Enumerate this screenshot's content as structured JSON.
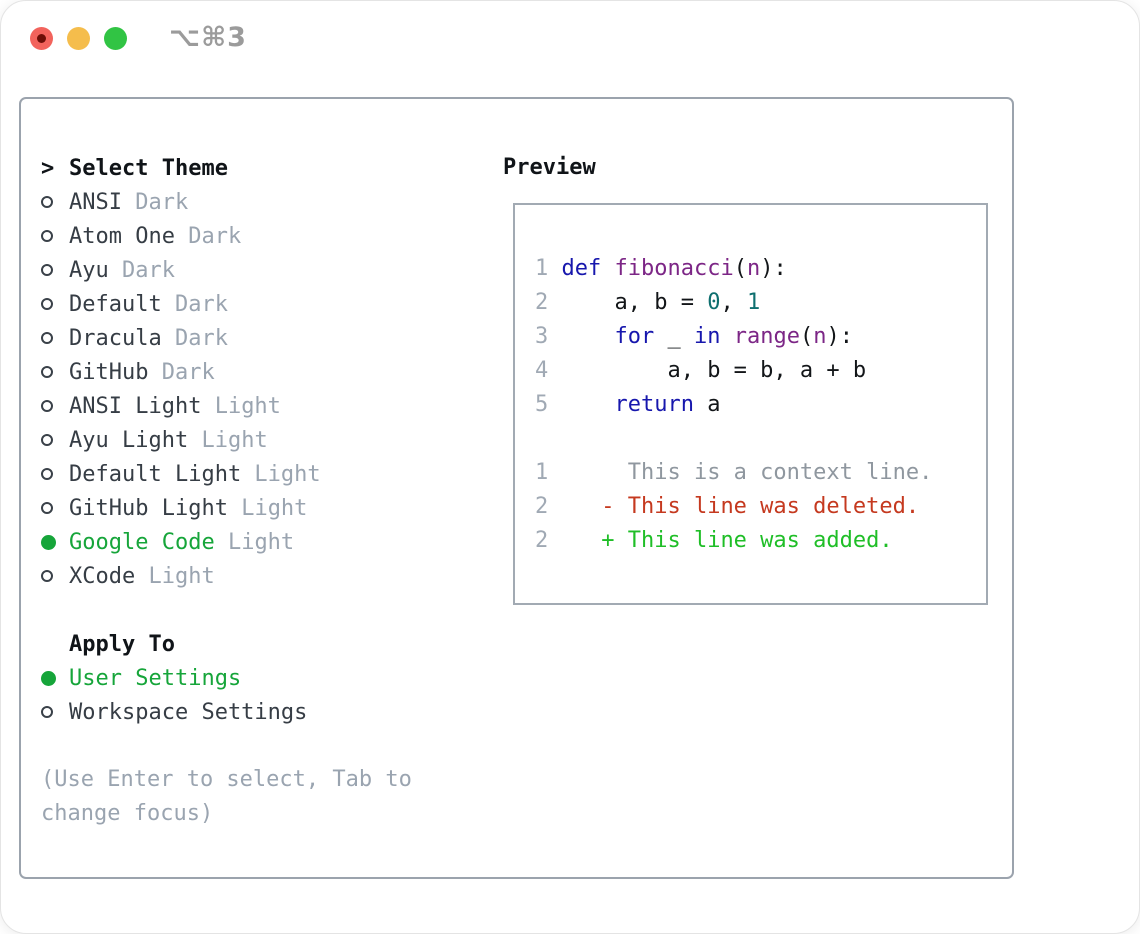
{
  "window": {
    "title": "⌥⌘3",
    "traffic_lights": {
      "close": "#f2635c",
      "minimize": "#f5bd4c",
      "zoom": "#31c444",
      "close_dot": "#6d0e07"
    }
  },
  "theme_list": {
    "prompt": ">",
    "header": "Select Theme",
    "items": [
      {
        "name": "ANSI",
        "variant": "Dark",
        "selected": false
      },
      {
        "name": "Atom One",
        "variant": "Dark",
        "selected": false
      },
      {
        "name": "Ayu",
        "variant": "Dark",
        "selected": false
      },
      {
        "name": "Default",
        "variant": "Dark",
        "selected": false
      },
      {
        "name": "Dracula",
        "variant": "Dark",
        "selected": false
      },
      {
        "name": "GitHub",
        "variant": "Dark",
        "selected": false
      },
      {
        "name": "ANSI Light",
        "variant": "Light",
        "selected": false
      },
      {
        "name": "Ayu Light",
        "variant": "Light",
        "selected": false
      },
      {
        "name": "Default Light",
        "variant": "Light",
        "selected": false
      },
      {
        "name": "GitHub Light",
        "variant": "Light",
        "selected": false
      },
      {
        "name": "Google Code",
        "variant": "Light",
        "selected": true
      },
      {
        "name": "XCode",
        "variant": "Light",
        "selected": false
      }
    ]
  },
  "apply_to": {
    "header": "Apply To",
    "options": [
      {
        "label": "User Settings",
        "selected": true
      },
      {
        "label": "Workspace Settings",
        "selected": false
      }
    ]
  },
  "hint": "(Use Enter to select, Tab to\nchange focus)",
  "preview": {
    "header": "Preview",
    "code_lines": [
      {
        "num": "1",
        "tokens": [
          {
            "c": "kw",
            "t": "def"
          },
          {
            "c": "pln",
            "t": " "
          },
          {
            "c": "typ",
            "t": "fibonacci"
          },
          {
            "c": "pln",
            "t": "("
          },
          {
            "c": "typ",
            "t": "n"
          },
          {
            "c": "pln",
            "t": "):"
          }
        ]
      },
      {
        "num": "2",
        "tokens": [
          {
            "c": "pln",
            "t": "    a, b = "
          },
          {
            "c": "lit",
            "t": "0"
          },
          {
            "c": "pln",
            "t": ", "
          },
          {
            "c": "lit",
            "t": "1"
          }
        ]
      },
      {
        "num": "3",
        "tokens": [
          {
            "c": "pln",
            "t": "    "
          },
          {
            "c": "kw",
            "t": "for"
          },
          {
            "c": "pln",
            "t": " _ "
          },
          {
            "c": "kw",
            "t": "in"
          },
          {
            "c": "pln",
            "t": " "
          },
          {
            "c": "typ",
            "t": "range"
          },
          {
            "c": "pln",
            "t": "("
          },
          {
            "c": "typ",
            "t": "n"
          },
          {
            "c": "pln",
            "t": "):"
          }
        ]
      },
      {
        "num": "4",
        "tokens": [
          {
            "c": "pln",
            "t": "        a, b = b, a + b"
          }
        ]
      },
      {
        "num": "5",
        "tokens": [
          {
            "c": "pln",
            "t": "    "
          },
          {
            "c": "kw",
            "t": "return"
          },
          {
            "c": "pln",
            "t": " a"
          }
        ]
      }
    ],
    "diff_lines": [
      {
        "num": "1",
        "type": "context",
        "content": "     This is a context line."
      },
      {
        "num": "2",
        "type": "deleted",
        "content": "   - This line was deleted."
      },
      {
        "num": "2",
        "type": "added",
        "content": "   + This line was added."
      }
    ]
  },
  "colors": {
    "selection_green": "#16a53a",
    "added_green": "#1fbe27",
    "deleted_red": "#c5391f",
    "context_gray": "#8f979f",
    "keyword_blue": "#1717ad",
    "type_purple": "#7c2686",
    "literal_teal": "#0e6f6f",
    "line_number_gray": "#a0a9b4",
    "muted_gray": "#9aa4b0",
    "text_dark": "#363d45",
    "panel_border": "#9ba3ad"
  }
}
